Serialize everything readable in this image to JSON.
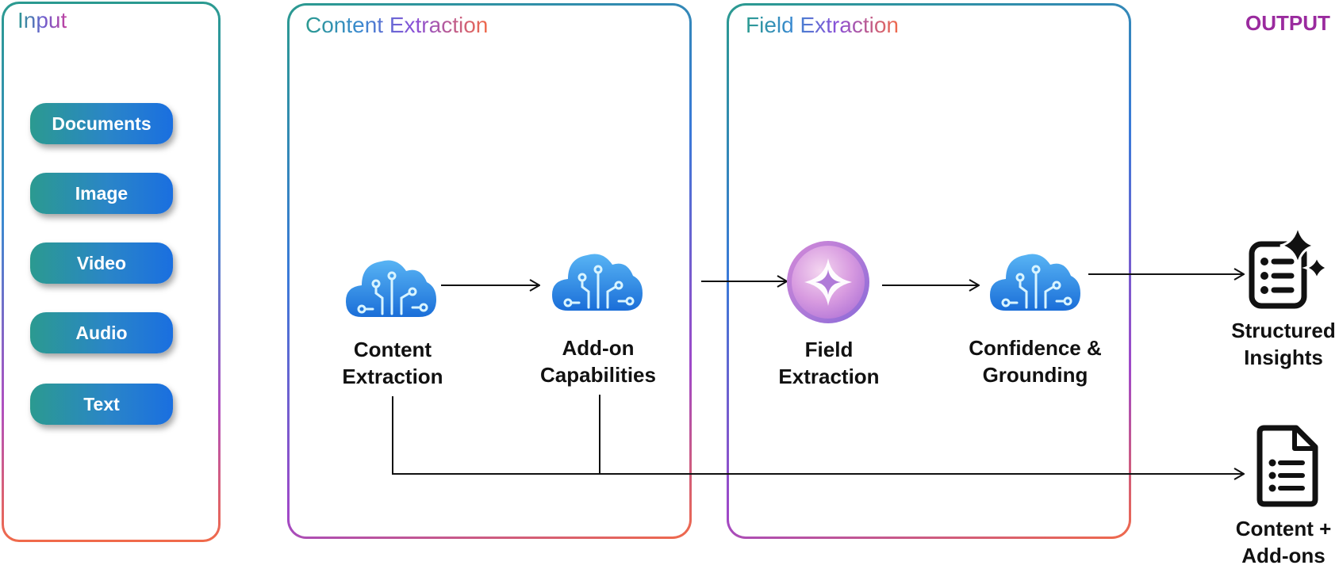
{
  "panels": {
    "input": {
      "title": "Input"
    },
    "content_extraction": {
      "title": "Content Extraction"
    },
    "field_extraction": {
      "title": "Field Extraction"
    }
  },
  "output": {
    "title": "OUTPUT"
  },
  "input_items": [
    "Documents",
    "Image",
    "Video",
    "Audio",
    "Text"
  ],
  "nodes": {
    "content_extraction": {
      "line1": "Content",
      "line2": "Extraction",
      "icon": "cloud-circuit-icon"
    },
    "add_on_capabilities": {
      "line1": "Add-on",
      "line2": "Capabilities",
      "icon": "cloud-circuit-icon"
    },
    "field_extraction": {
      "line1": "Field",
      "line2": "Extraction",
      "icon": "sparkle-orb-icon"
    },
    "confidence_grounding": {
      "line1": "Confidence &",
      "line2": "Grounding",
      "icon": "cloud-circuit-icon"
    }
  },
  "outputs": {
    "structured_insights": {
      "line1": "Structured",
      "line2": "Insights",
      "icon": "sparkle-list-icon"
    },
    "content_addons": {
      "line1": "Content +",
      "line2": "Add-ons",
      "icon": "document-list-icon"
    }
  },
  "colors": {
    "teal": "#2b9a90",
    "blue": "#1a6fe0",
    "purple": "#9a2a9e",
    "coral": "#f06a4a"
  }
}
